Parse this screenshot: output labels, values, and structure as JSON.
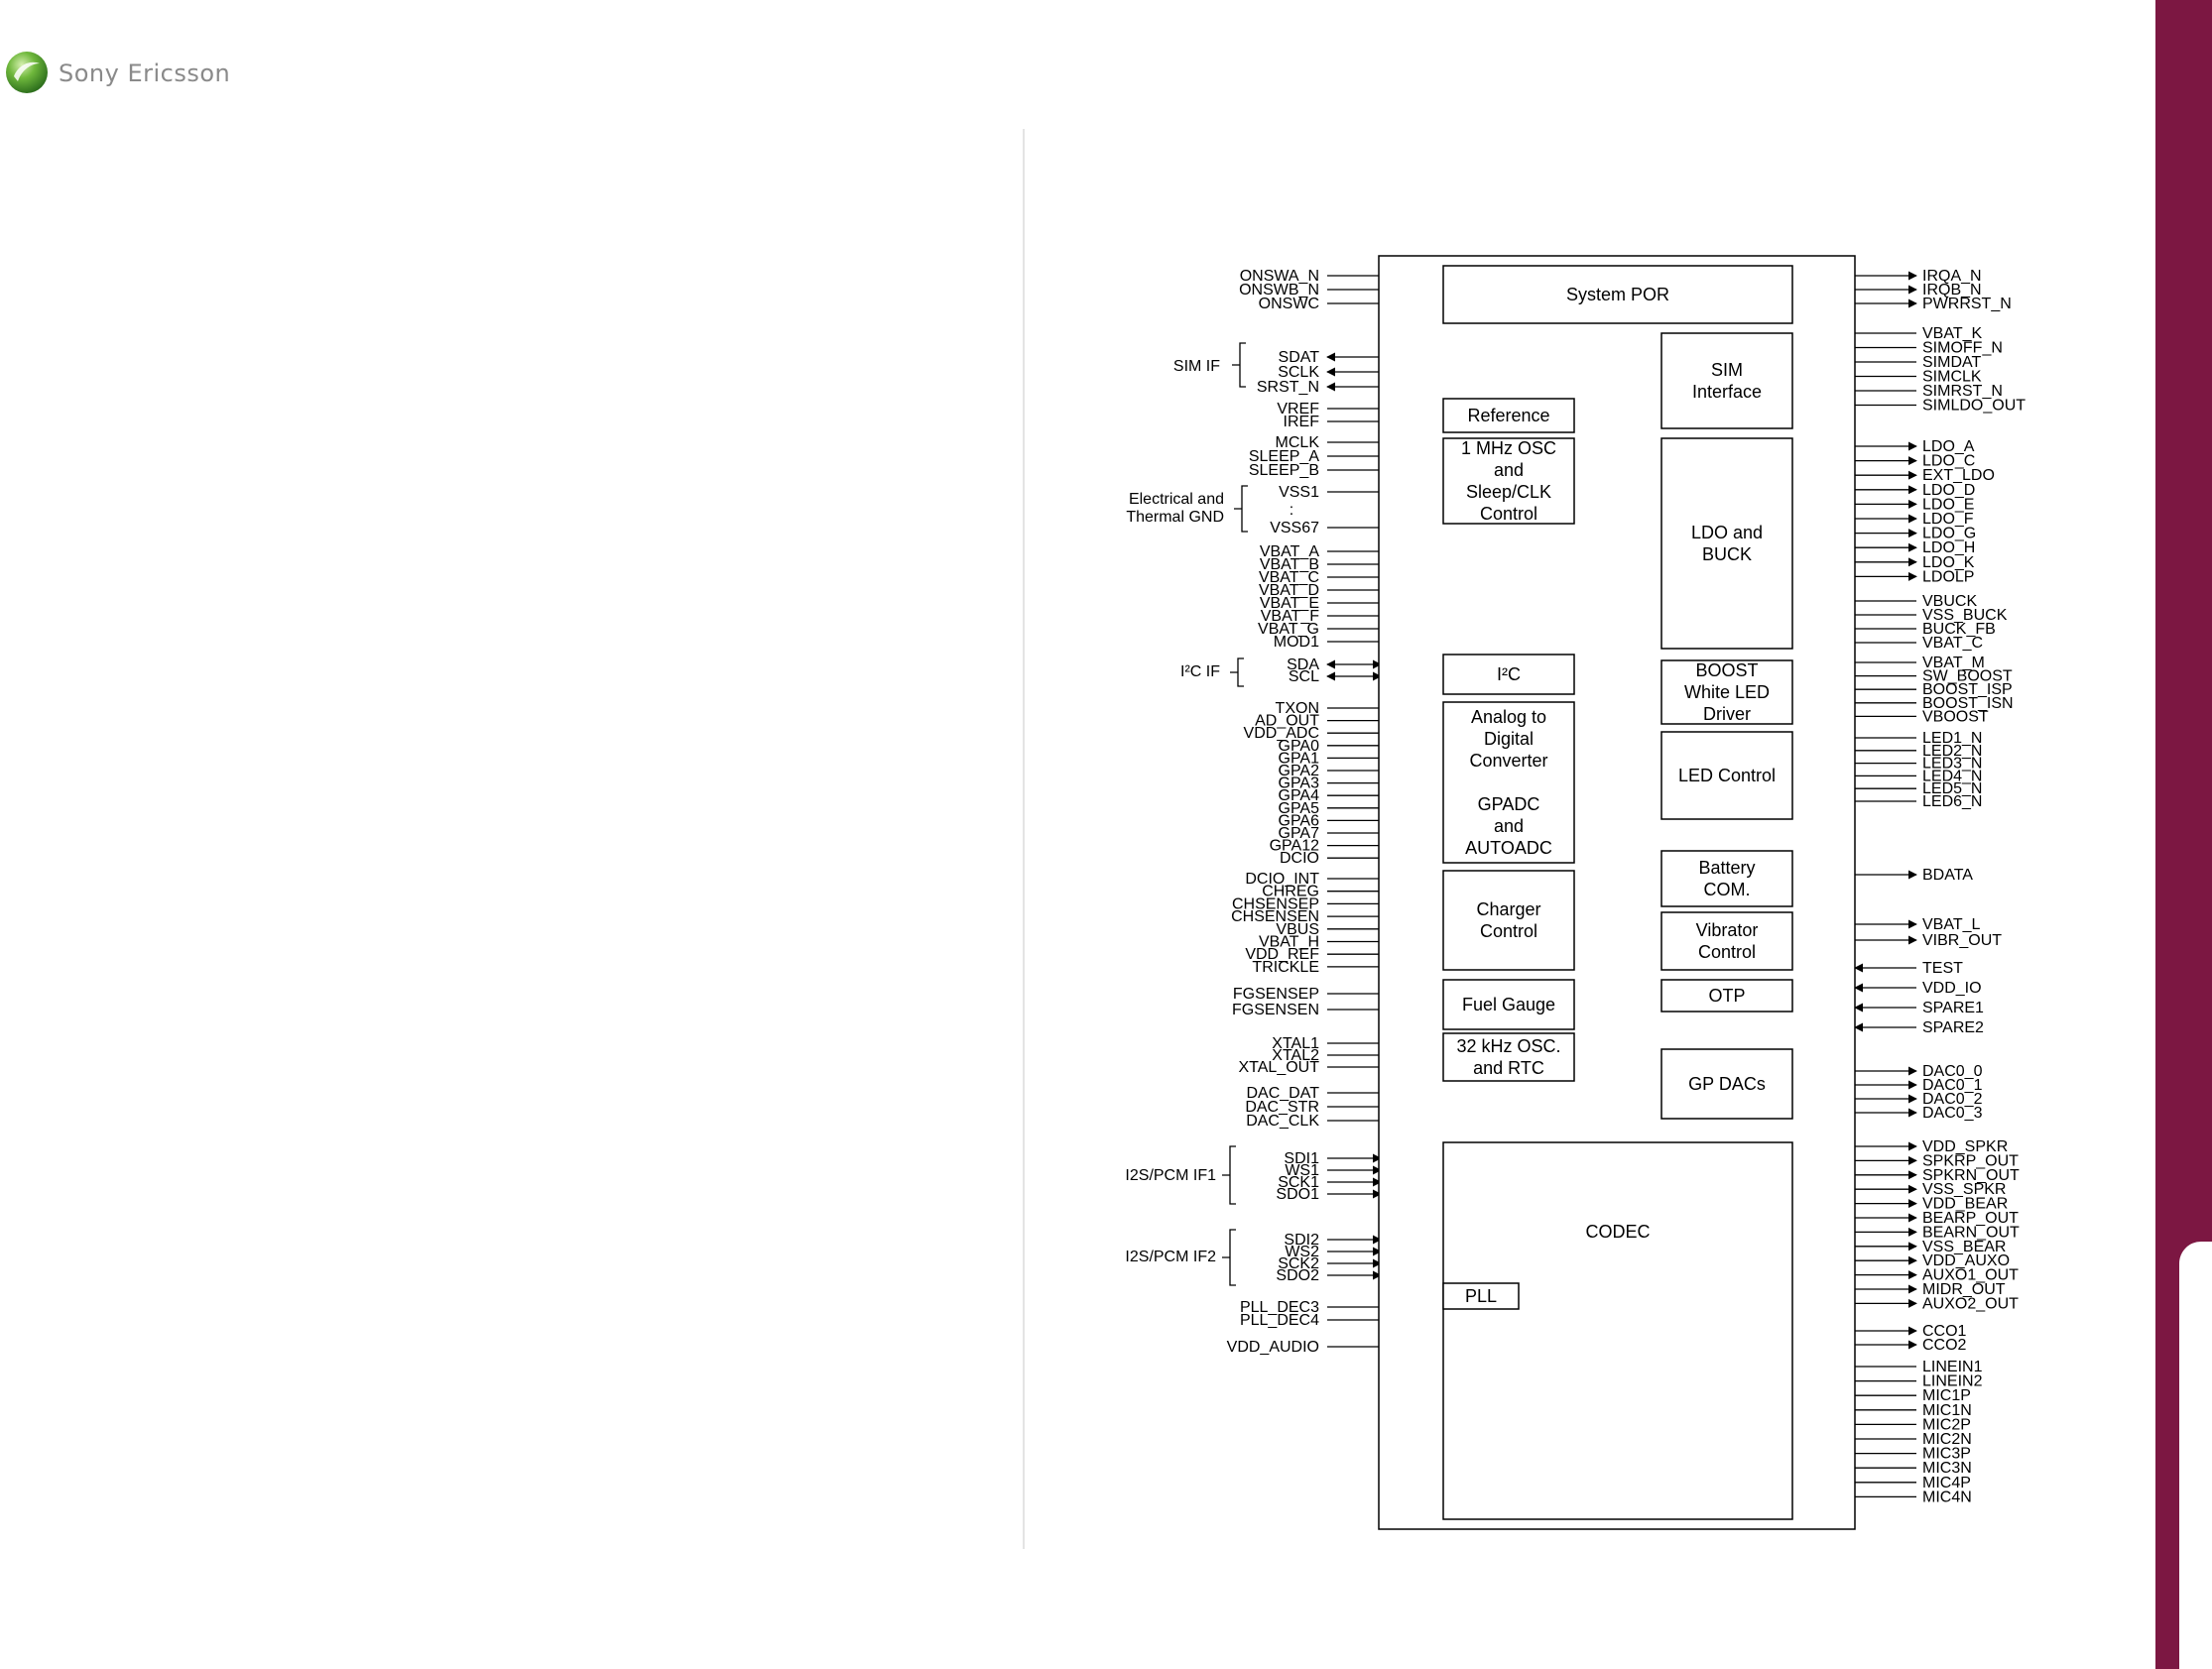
{
  "brand": {
    "name": "Sony Ericsson",
    "accent_color": "#7c1742",
    "logo_colors": [
      "#3f8f2a",
      "#9fd36a"
    ]
  },
  "diagram": {
    "blocks": {
      "sys_por": "System POR",
      "reference": "Reference",
      "osc": [
        "1 MHz OSC",
        "and",
        "Sleep/CLK",
        "Control"
      ],
      "i2c": "I²C",
      "adc": [
        "Analog to",
        "Digital",
        "Converter",
        "",
        "GPADC",
        "and",
        "AUTOADC"
      ],
      "charger": [
        "Charger",
        "Control"
      ],
      "fuel": "Fuel Gauge",
      "rtc": [
        "32 kHz OSC.",
        "and RTC"
      ],
      "sim": [
        "SIM",
        "Interface"
      ],
      "ldo": [
        "LDO and",
        "BUCK"
      ],
      "boost": [
        "BOOST",
        "White LED",
        "Driver"
      ],
      "led": "LED Control",
      "battery": [
        "Battery",
        "COM."
      ],
      "vibrator": [
        "Vibrator",
        "Control"
      ],
      "otp": "OTP",
      "gpdac": "GP DACs",
      "pll": "PLL",
      "codec": "CODEC"
    },
    "groups": {
      "sim_if": "SIM IF",
      "gnd": [
        "Electrical and",
        "Thermal GND"
      ],
      "i2c_if": "I²C IF",
      "i2s1": "I2S/PCM IF1",
      "i2s2": "I2S/PCM IF2"
    },
    "pins_left": {
      "g1": [
        "ONSWA_N",
        "ONSWB_N",
        "ONSWC"
      ],
      "g2": [
        "SDAT",
        "SCLK",
        "SRST_N"
      ],
      "g3": [
        "VREF",
        "IREF"
      ],
      "g4": [
        "MCLK",
        "SLEEP_A",
        "SLEEP_B"
      ],
      "g5": [
        "VSS1",
        ":",
        "VSS67"
      ],
      "g6": [
        "VBAT_A",
        "VBAT_B",
        "VBAT_C",
        "VBAT_D",
        "VBAT_E",
        "VBAT_F",
        "VBAT_G",
        "MOD1"
      ],
      "g7": [
        "SDA",
        "SCL"
      ],
      "g8": [
        "TXON",
        "AD_OUT",
        "VDD_ADC",
        "GPA0",
        "GPA1",
        "GPA2",
        "GPA3",
        "GPA4",
        "GPA5",
        "GPA6",
        "GPA7",
        "GPA12",
        "DCIO"
      ],
      "g9": [
        "DCIO_INT",
        "CHREG",
        "CHSENSEP",
        "CHSENSEN",
        "VBUS",
        "VBAT_H",
        "VDD_REF",
        "TRICKLE"
      ],
      "g10": [
        "FGSENSEP",
        "FGSENSEN"
      ],
      "g11": [
        "XTAL1",
        "XTAL2",
        "XTAL_OUT"
      ],
      "g12": [
        "DAC_DAT",
        "DAC_STR",
        "DAC_CLK"
      ],
      "g13": [
        "SDI1",
        "WS1",
        "SCK1",
        "SDO1"
      ],
      "g14": [
        "SDI2",
        "WS2",
        "SCK2",
        "SDO2"
      ],
      "g15": [
        "PLL_DEC3",
        "PLL_DEC4"
      ],
      "g16": [
        "VDD_AUDIO"
      ]
    },
    "pins_right": {
      "r1": [
        "IRQA_N",
        "IRQB_N",
        "PWRRST_N"
      ],
      "r2": [
        "VBAT_K",
        "SIMOFF_N",
        "SIMDAT",
        "SIMCLK",
        "SIMRST_N",
        "SIMLDO_OUT"
      ],
      "r3": [
        "LDO_A",
        "LDO_C",
        "EXT_LDO",
        "LDO_D",
        "LDO_E",
        "LDO_F",
        "LDO_G",
        "LDO_H",
        "LDO_K",
        "LDOLP"
      ],
      "r4": [
        "VBUCK",
        "VSS_BUCK",
        "BUCK_FB",
        "VBAT_C"
      ],
      "r5": [
        "VBAT_M",
        "SW_BOOST",
        "BOOST_ISP",
        "BOOST_ISN",
        "VBOOST"
      ],
      "r6": [
        "LED1_N",
        "LED2_N",
        "LED3_N",
        "LED4_N",
        "LED5_N",
        "LED6_N"
      ],
      "r7": [
        "BDATA"
      ],
      "r8": [
        "VBAT_L",
        "VIBR_OUT"
      ],
      "r9": [
        "TEST",
        "VDD_IO",
        "SPARE1",
        "SPARE2"
      ],
      "r10": [
        "DAC0_0",
        "DAC0_1",
        "DAC0_2",
        "DAC0_3"
      ],
      "r11": [
        "VDD_SPKR",
        "SPKRP_OUT",
        "SPKRN_OUT",
        "VSS_SPKR",
        "VDD_BEAR",
        "BEARP_OUT",
        "BEARN_OUT",
        "VSS_BEAR",
        "VDD_AUXO",
        "AUXO1_OUT",
        "MIDR_OUT",
        "AUXO2_OUT"
      ],
      "r12": [
        "CCO1",
        "CCO2"
      ],
      "r13": [
        "LINEIN1",
        "LINEIN2",
        "MIC1P",
        "MIC1N",
        "MIC2P",
        "MIC2N",
        "MIC3P",
        "MIC3N",
        "MIC4P",
        "MIC4N"
      ]
    }
  }
}
